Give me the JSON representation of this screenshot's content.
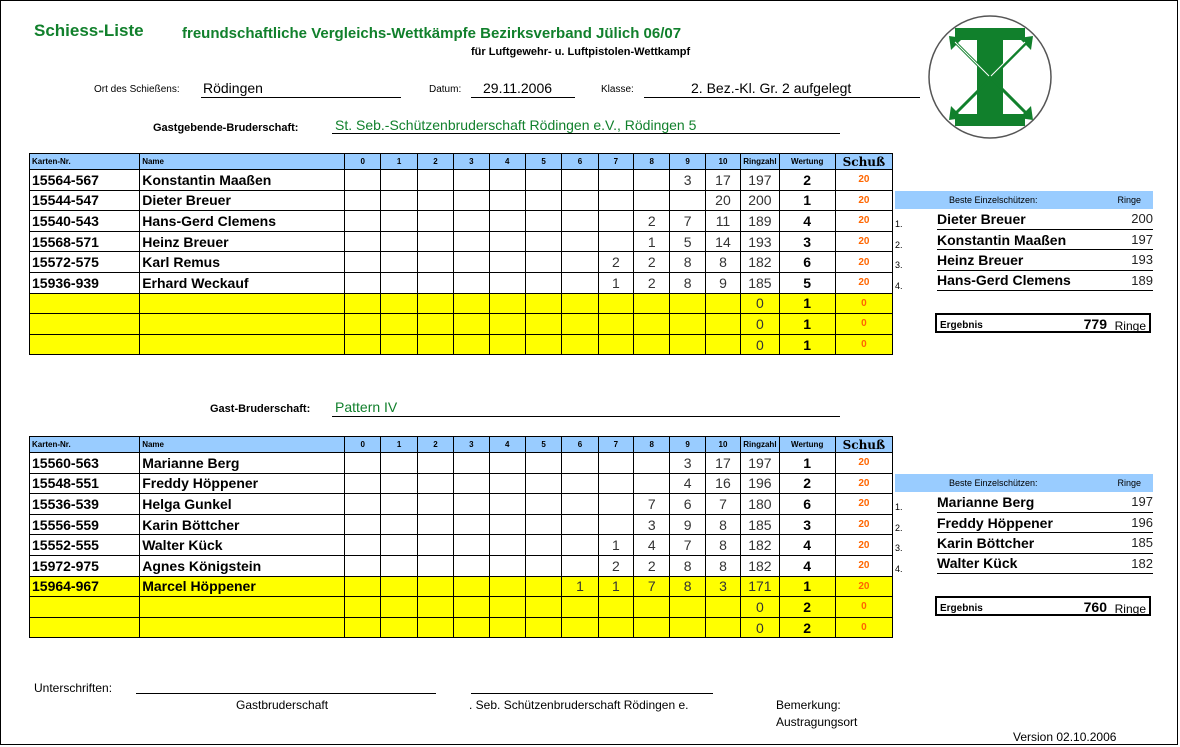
{
  "header": {
    "title": "Schiess-Liste",
    "subtitle": "freundschaftliche Vergleichs-Wettkämpfe Bezirksverband Jülich  06/07",
    "subline": "für Luftgewehr- u. Luftpistolen-Wettkampf",
    "ort_label": "Ort des Schießens:",
    "ort_value": "Rödingen",
    "datum_label": "Datum:",
    "datum_value": "29.11.2006",
    "klasse_label": "Klasse:",
    "klasse_value": "2. Bez.-Kl. Gr. 2  aufgelegt",
    "host_label": "Gastgebende-Bruderschaft:",
    "host_value": "St. Seb.-Schützenbruderschaft Rödingen e.V., Rödingen 5",
    "guest_label": "Gast-Bruderschaft:",
    "guest_value": "Pattern IV"
  },
  "columns": [
    "Karten-Nr.",
    "Name",
    "0",
    "1",
    "2",
    "3",
    "4",
    "5",
    "6",
    "7",
    "8",
    "9",
    "10",
    "Ringzahl",
    "Wertung",
    "Schuß"
  ],
  "teams": [
    {
      "rows": [
        {
          "karte": "15564-567",
          "name": "Konstantin Maaßen",
          "c": [
            "",
            "",
            "",
            "",
            "",
            "",
            "",
            "",
            "",
            "3",
            "17"
          ],
          "ringzahl": "197",
          "wertung": "2",
          "schuss": "20",
          "yellow": false
        },
        {
          "karte": "15544-547",
          "name": "Dieter Breuer",
          "c": [
            "",
            "",
            "",
            "",
            "",
            "",
            "",
            "",
            "",
            "",
            "20"
          ],
          "ringzahl": "200",
          "wertung": "1",
          "schuss": "20",
          "yellow": false
        },
        {
          "karte": "15540-543",
          "name": "Hans-Gerd Clemens",
          "c": [
            "",
            "",
            "",
            "",
            "",
            "",
            "",
            "",
            "2",
            "7",
            "11"
          ],
          "ringzahl": "189",
          "wertung": "4",
          "schuss": "20",
          "yellow": false
        },
        {
          "karte": "15568-571",
          "name": "Heinz Breuer",
          "c": [
            "",
            "",
            "",
            "",
            "",
            "",
            "",
            "",
            "1",
            "5",
            "14"
          ],
          "ringzahl": "193",
          "wertung": "3",
          "schuss": "20",
          "yellow": false
        },
        {
          "karte": "15572-575",
          "name": "Karl Remus",
          "c": [
            "",
            "",
            "",
            "",
            "",
            "",
            "",
            "2",
            "2",
            "8",
            "8"
          ],
          "ringzahl": "182",
          "wertung": "6",
          "schuss": "20",
          "yellow": false
        },
        {
          "karte": "15936-939",
          "name": "Erhard Weckauf",
          "c": [
            "",
            "",
            "",
            "",
            "",
            "",
            "",
            "1",
            "2",
            "8",
            "9"
          ],
          "ringzahl": "185",
          "wertung": "5",
          "schuss": "20",
          "yellow": false
        },
        {
          "karte": "",
          "name": "",
          "c": [
            "",
            "",
            "",
            "",
            "",
            "",
            "",
            "",
            "",
            "",
            ""
          ],
          "ringzahl": "0",
          "wertung": "1",
          "schuss": "0",
          "yellow": true
        },
        {
          "karte": "",
          "name": "",
          "c": [
            "",
            "",
            "",
            "",
            "",
            "",
            "",
            "",
            "",
            "",
            ""
          ],
          "ringzahl": "0",
          "wertung": "1",
          "schuss": "0",
          "yellow": true
        },
        {
          "karte": "",
          "name": "",
          "c": [
            "",
            "",
            "",
            "",
            "",
            "",
            "",
            "",
            "",
            "",
            ""
          ],
          "ringzahl": "0",
          "wertung": "1",
          "schuss": "0",
          "yellow": true
        }
      ],
      "best": {
        "header": "Beste Einzelschützen:",
        "ringe_header": "Ringe",
        "entries": [
          {
            "rank": "1.",
            "name": "Dieter Breuer",
            "ringe": "200"
          },
          {
            "rank": "2.",
            "name": "Konstantin Maaßen",
            "ringe": "197"
          },
          {
            "rank": "3.",
            "name": "Heinz Breuer",
            "ringe": "193"
          },
          {
            "rank": "4.",
            "name": "Hans-Gerd Clemens",
            "ringe": "189"
          }
        ]
      },
      "ergebnis": {
        "label": "Ergebnis",
        "value": "779",
        "unit": "Ringe"
      }
    },
    {
      "rows": [
        {
          "karte": "15560-563",
          "name": "Marianne Berg",
          "c": [
            "",
            "",
            "",
            "",
            "",
            "",
            "",
            "",
            "",
            "3",
            "17"
          ],
          "ringzahl": "197",
          "wertung": "1",
          "schuss": "20",
          "yellow": false
        },
        {
          "karte": "15548-551",
          "name": "Freddy Höppener",
          "c": [
            "",
            "",
            "",
            "",
            "",
            "",
            "",
            "",
            "",
            "4",
            "16"
          ],
          "ringzahl": "196",
          "wertung": "2",
          "schuss": "20",
          "yellow": false
        },
        {
          "karte": "15536-539",
          "name": "Helga Gunkel",
          "c": [
            "",
            "",
            "",
            "",
            "",
            "",
            "",
            "",
            "7",
            "6",
            "7"
          ],
          "ringzahl": "180",
          "wertung": "6",
          "schuss": "20",
          "yellow": false
        },
        {
          "karte": "15556-559",
          "name": "Karin Böttcher",
          "c": [
            "",
            "",
            "",
            "",
            "",
            "",
            "",
            "",
            "3",
            "9",
            "8"
          ],
          "ringzahl": "185",
          "wertung": "3",
          "schuss": "20",
          "yellow": false
        },
        {
          "karte": "15552-555",
          "name": "Walter Kück",
          "c": [
            "",
            "",
            "",
            "",
            "",
            "",
            "",
            "1",
            "4",
            "7",
            "8"
          ],
          "ringzahl": "182",
          "wertung": "4",
          "schuss": "20",
          "yellow": false
        },
        {
          "karte": "15972-975",
          "name": "Agnes Königstein",
          "c": [
            "",
            "",
            "",
            "",
            "",
            "",
            "",
            "2",
            "2",
            "8",
            "8"
          ],
          "ringzahl": "182",
          "wertung": "4",
          "schuss": "20",
          "yellow": false
        },
        {
          "karte": "15964-967",
          "name": "Marcel Höppener",
          "c": [
            "",
            "",
            "",
            "",
            "",
            "",
            "1",
            "1",
            "7",
            "8",
            "3"
          ],
          "ringzahl": "171",
          "wertung": "1",
          "schuss": "20",
          "yellow": true
        },
        {
          "karte": "",
          "name": "",
          "c": [
            "",
            "",
            "",
            "",
            "",
            "",
            "",
            "",
            "",
            "",
            ""
          ],
          "ringzahl": "0",
          "wertung": "2",
          "schuss": "0",
          "yellow": true
        },
        {
          "karte": "",
          "name": "",
          "c": [
            "",
            "",
            "",
            "",
            "",
            "",
            "",
            "",
            "",
            "",
            ""
          ],
          "ringzahl": "0",
          "wertung": "2",
          "schuss": "0",
          "yellow": true
        }
      ],
      "best": {
        "header": "Beste Einzelschützen:",
        "ringe_header": "Ringe",
        "entries": [
          {
            "rank": "1.",
            "name": "Marianne Berg",
            "ringe": "197"
          },
          {
            "rank": "2.",
            "name": "Freddy Höppener",
            "ringe": "196"
          },
          {
            "rank": "3.",
            "name": "Karin Böttcher",
            "ringe": "185"
          },
          {
            "rank": "4.",
            "name": "Walter Kück",
            "ringe": "182"
          }
        ]
      },
      "ergebnis": {
        "label": "Ergebnis",
        "value": "760",
        "unit": "Ringe"
      }
    }
  ],
  "footer": {
    "unterschriften": "Unterschriften:",
    "sig1": "Gastbruderschaft",
    "sig2": ". Seb. Schützenbruderschaft Rödingen e.",
    "bemerkung": "Bemerkung:",
    "austragungsort": "Austragungsort",
    "version": "Version 02.10.2006"
  },
  "colors": {
    "header_blue": "#99ccff",
    "yellow": "#ffff00",
    "green": "#11802c",
    "orange": "#ff6600"
  }
}
